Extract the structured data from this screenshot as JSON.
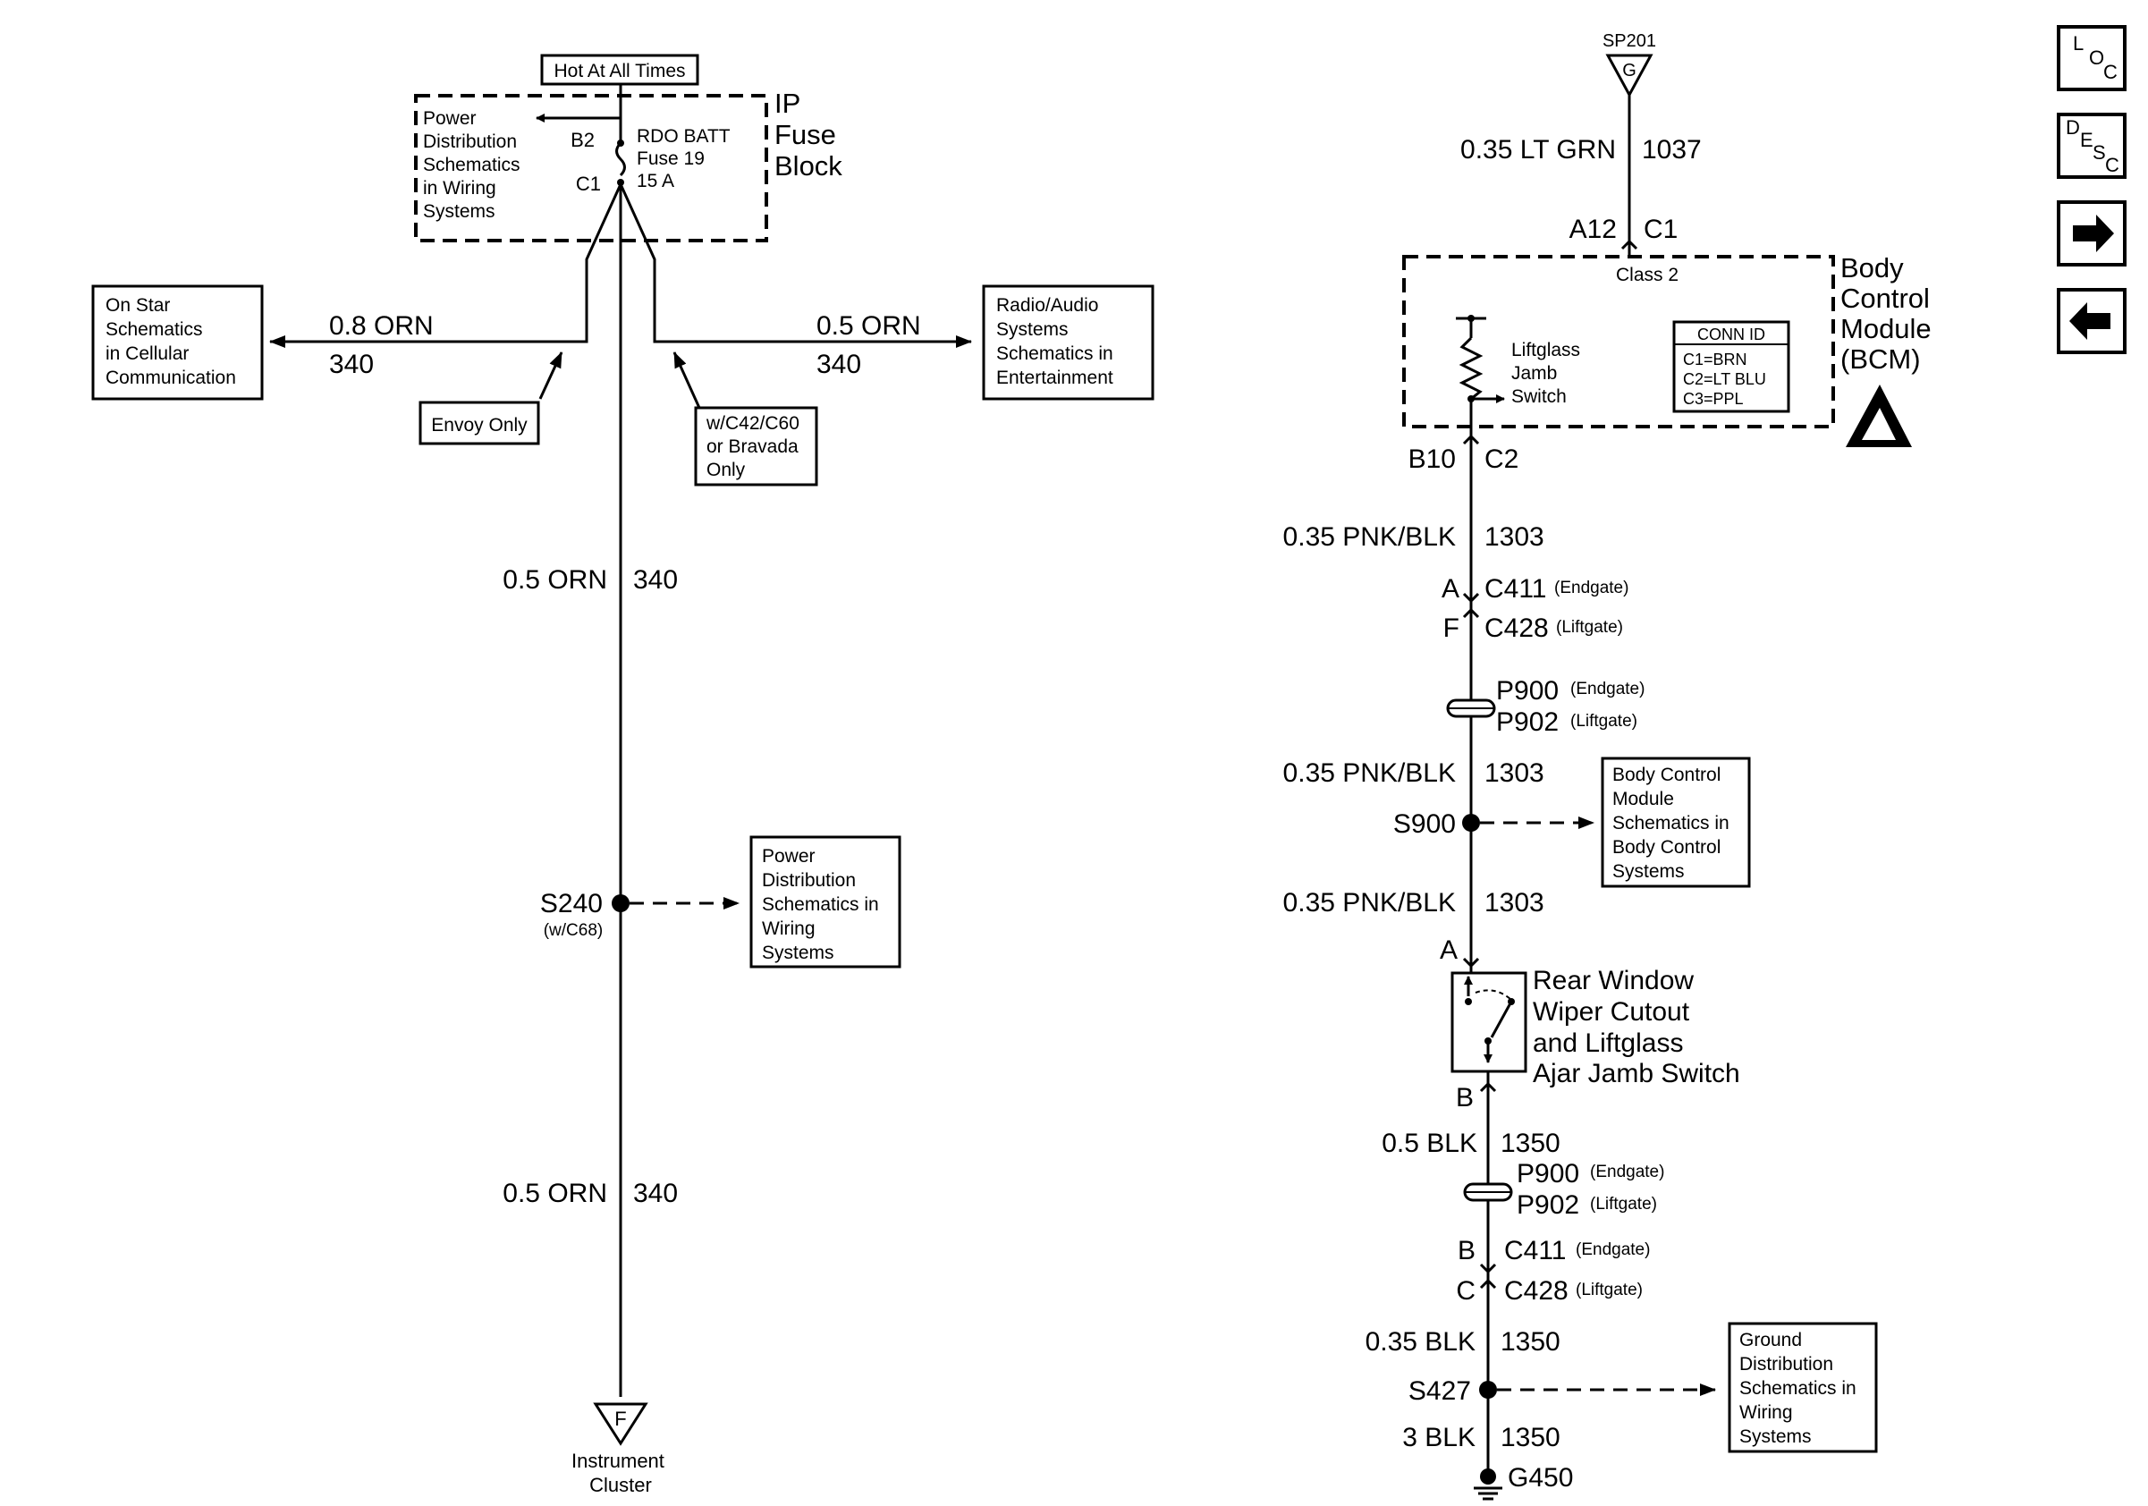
{
  "left": {
    "hot": "Hot At All Times",
    "ipfb": [
      "IP",
      "Fuse",
      "Block"
    ],
    "pd_top": [
      "Power",
      "Distribution",
      "Schematics",
      "in Wiring",
      "Systems"
    ],
    "fuse": [
      "RDO BATT",
      "Fuse 19",
      "15 A"
    ],
    "b2": "B2",
    "c1": "C1",
    "onstar": [
      "On Star",
      "Schematics",
      "in Cellular",
      "Communication"
    ],
    "radio": [
      "Radio/Audio",
      "Systems",
      "Schematics in",
      "Entertainment"
    ],
    "w_left_gauge": "0.8 ORN",
    "w_left_circ": "340",
    "w_right_gauge": "0.5 ORN",
    "w_right_circ": "340",
    "envoy": "Envoy Only",
    "bravada": [
      "w/C42/C60",
      "or Bravada",
      "Only"
    ],
    "w_mid1_gauge": "0.5 ORN",
    "w_mid1_circ": "340",
    "s240": "S240",
    "s240_note": "(w/C68)",
    "pd_bottom": [
      "Power",
      "Distribution",
      "Schematics in",
      "Wiring",
      "Systems"
    ],
    "w_mid2_gauge": "0.5 ORN",
    "w_mid2_circ": "340",
    "f_label": "F",
    "instrument": [
      "Instrument",
      "Cluster"
    ]
  },
  "right": {
    "sp201": "SP201",
    "g_label": "G",
    "w1_gauge": "0.35 LT GRN",
    "w1_circ": "1037",
    "a12": "A12",
    "c1": "C1",
    "class2": "Class 2",
    "bcm": [
      "Body",
      "Control",
      "Module",
      "(BCM)"
    ],
    "lj": [
      "Liftglass",
      "Jamb",
      "Switch"
    ],
    "conn_title": "CONN ID",
    "conn": [
      "C1=BRN",
      "C2=LT BLU",
      "C3=PPL"
    ],
    "b10": "B10",
    "c2": "C2",
    "w2_gauge": "0.35 PNK/BLK",
    "w2_circ": "1303",
    "A": "A",
    "c411": "C411",
    "endgate": "(Endgate)",
    "F": "F",
    "c428": "C428",
    "liftgate": "(Liftgate)",
    "p900": "P900",
    "p902": "P902",
    "w3_gauge": "0.35 PNK/BLK",
    "w3_circ": "1303",
    "s900": "S900",
    "bcm_ref": [
      "Body Control",
      "Module",
      "Schematics in",
      "Body Control",
      "Systems"
    ],
    "w4_gauge": "0.35 PNK/BLK",
    "w4_circ": "1303",
    "A2": "A",
    "sw": [
      "Rear Window",
      "Wiper Cutout",
      "and Liftglass",
      "Ajar Jamb Switch"
    ],
    "B": "B",
    "w5_gauge": "0.5 BLK",
    "w5_circ": "1350",
    "B2": "B",
    "C": "C",
    "w6_gauge": "0.35 BLK",
    "w6_circ": "1350",
    "s427": "S427",
    "gnd_ref": [
      "Ground",
      "Distribution",
      "Schematics in",
      "Wiring",
      "Systems"
    ],
    "w7_gauge": "3 BLK",
    "w7_circ": "1350",
    "g450": "G450"
  },
  "nav": {
    "loc": [
      "L",
      "O",
      "C"
    ],
    "desc": [
      "D",
      "E",
      "S",
      "C"
    ],
    "next": "next-arrow-icon",
    "prev": "prev-arrow-icon"
  }
}
